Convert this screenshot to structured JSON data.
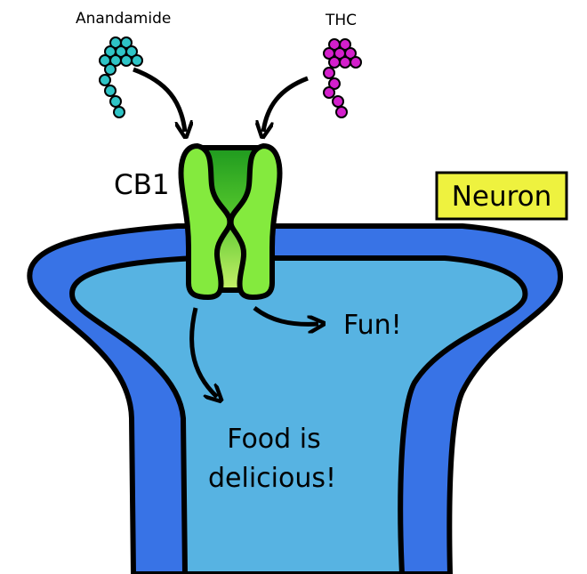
{
  "labels": {
    "anandamide": "Anandamide",
    "thc": "THC",
    "cb1": "CB1",
    "neuron": "Neuron",
    "effect_fun": "Fun!",
    "effect_food_line1": "Food is",
    "effect_food_line2": "delicious!"
  },
  "colors": {
    "anandamide": "#2ec4c6",
    "thc": "#d41fcc",
    "neuron_membrane": "#3873e6",
    "neuron_inside": "#57b3e2",
    "receptor_outer": "#84ea3e",
    "receptor_inner_dark": "#1f9a1f",
    "receptor_inner_light": "#c6f069",
    "neuron_label_bg": "#eef23f"
  },
  "icons": {
    "ligand_arrow": "curved-arrow-icon",
    "signal_arrow": "curved-arrow-icon"
  }
}
